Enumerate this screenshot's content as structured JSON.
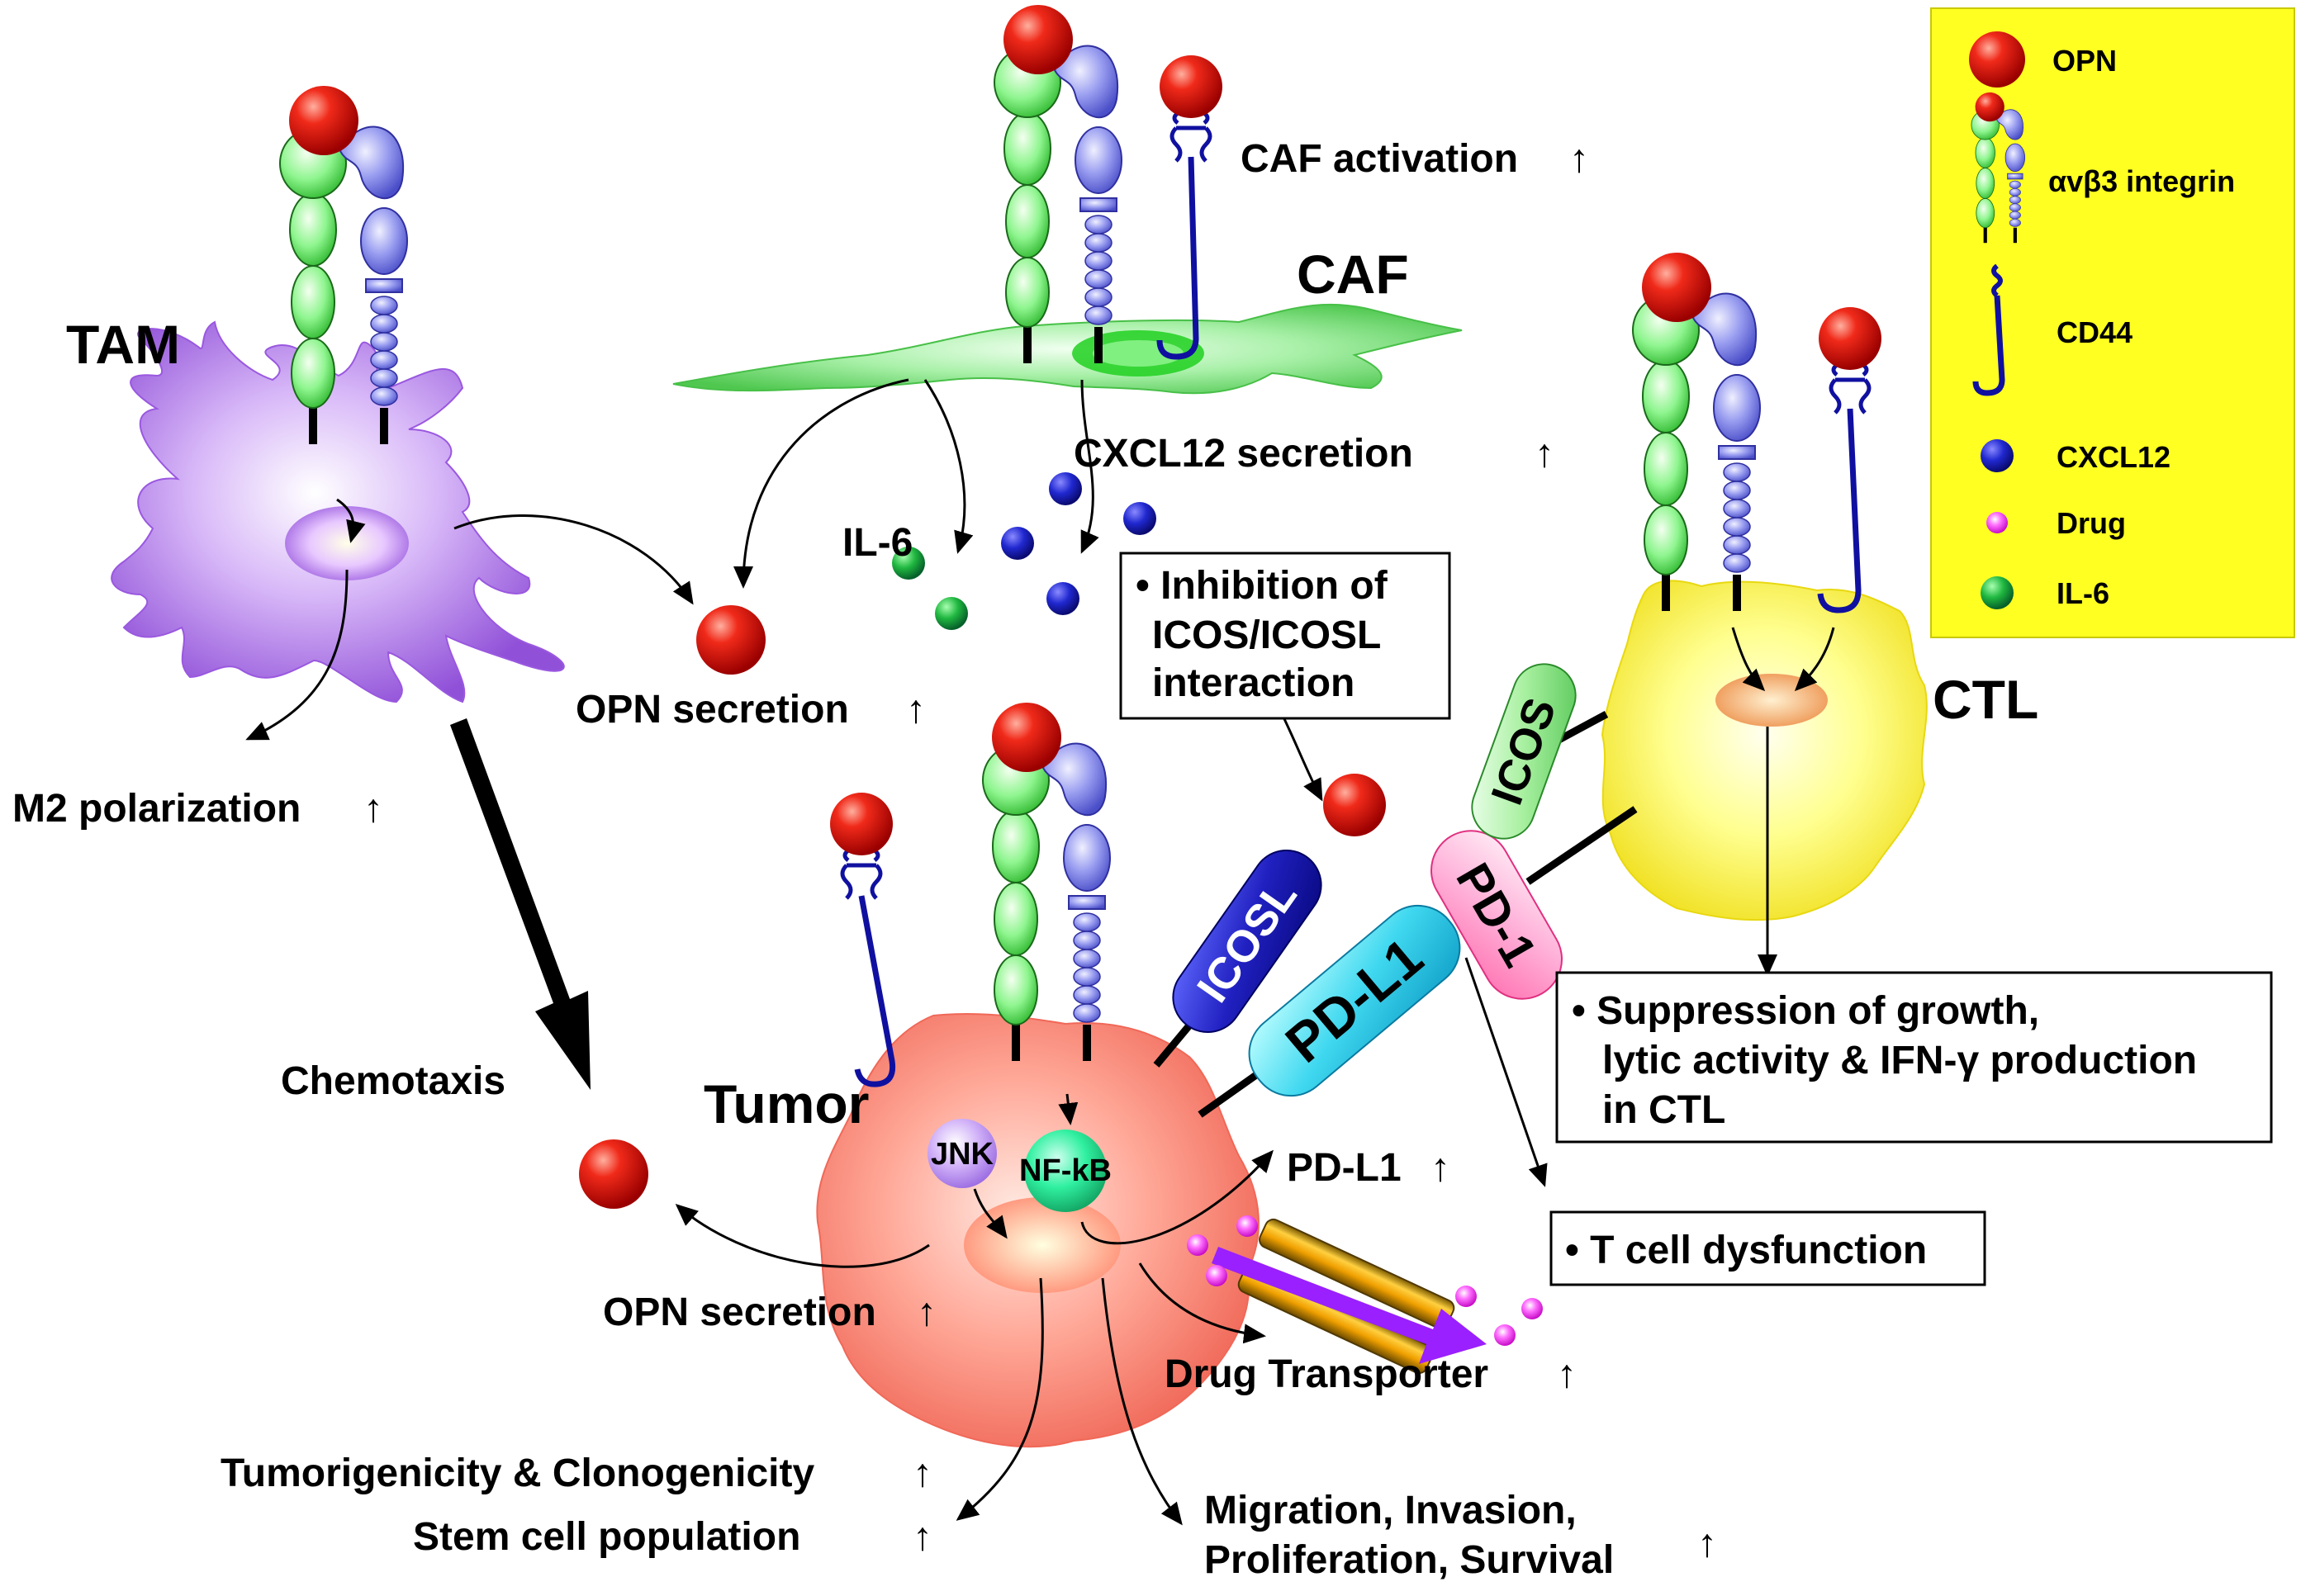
{
  "cells": {
    "tam": "TAM",
    "caf": "CAF",
    "ctl": "CTL",
    "tumor": "Tumor"
  },
  "effects": {
    "caf_activation": "CAF activation",
    "cxcl12_secretion": "CXCL12 secretion",
    "il6": "IL-6",
    "opn_secretion_top": "OPN secretion",
    "m2_polarization": "M2 polarization",
    "chemotaxis": "Chemotaxis",
    "opn_secretion_bottom": "OPN secretion",
    "pdl1_up": "PD-L1",
    "drug_transporter": "Drug Transporter",
    "tumorigenicity": "Tumorigenicity & Clonogenicity",
    "stem_cell": "Stem cell population",
    "migration_line1": "Migration, Invasion,",
    "migration_line2": "Proliferation, Survival",
    "up_arrow": "↑"
  },
  "molecules": {
    "icos": "ICOS",
    "icosl": "ICOSL",
    "pd1": "PD-1",
    "pdl1": "PD-L1",
    "jnk": "JNK",
    "nfkb": "NF-kB"
  },
  "boxes": {
    "icos_inhibition": [
      "• Inhibition of",
      "ICOS/ICOSL",
      "interaction"
    ],
    "suppression": [
      "• Suppression of growth,",
      "lytic activity & IFN-γ production",
      "in CTL"
    ],
    "t_cell": "• T cell dysfunction"
  },
  "legend": {
    "items": [
      {
        "label": "OPN",
        "icon": "opn-sphere"
      },
      {
        "label": "αvβ3 integrin",
        "icon": "integrin"
      },
      {
        "label": "CD44",
        "icon": "cd44"
      },
      {
        "label": "CXCL12",
        "icon": "blue-dot"
      },
      {
        "label": "Drug",
        "icon": "pink-dot"
      },
      {
        "label": "IL-6",
        "icon": "green-dot"
      }
    ],
    "colors": {
      "background": "#ffff22",
      "opn": "#e01010",
      "cxcl12": "#1e22c8",
      "drug": "#ff40ff",
      "il6": "#18b040"
    }
  }
}
